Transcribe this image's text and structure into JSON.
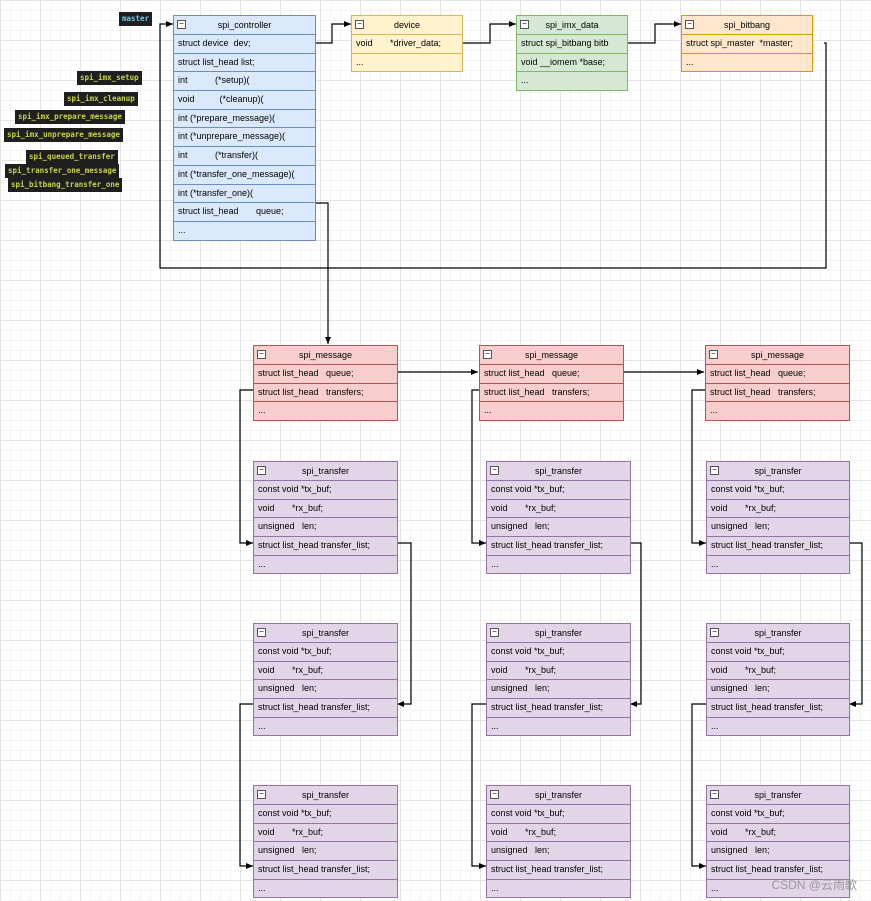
{
  "labels": {
    "master": "master",
    "funcs": [
      "spi_imx_setup",
      "spi_imx_cleanup",
      "spi_imx_prepare_message",
      "spi_imx_unprepare_message",
      "spi_queued_transfer",
      "spi_transfer_one_message",
      "spi_bitbang_transfer_one"
    ]
  },
  "controller": {
    "title": "spi_controller",
    "rows": [
      "struct device  dev;",
      "struct list_head list;",
      "int           (*setup)(",
      "void          (*cleanup)(",
      "int (*prepare_message)(",
      "int (*unprepare_message)(",
      "int           (*transfer)(",
      "int (*transfer_one_message)(",
      "int (*transfer_one)(",
      "struct list_head       queue;",
      "..."
    ]
  },
  "device": {
    "title": "device",
    "rows": [
      "void       *driver_data;",
      "..."
    ]
  },
  "imx_data": {
    "title": "spi_imx_data",
    "rows": [
      "struct spi_bitbang bitb",
      "void __iomem *base;",
      "..."
    ]
  },
  "bitbang": {
    "title": "spi_bitbang",
    "rows": [
      "struct spi_master  *master;",
      "..."
    ]
  },
  "message": {
    "title": "spi_message",
    "rows": [
      "struct list_head   queue;",
      "struct list_head   transfers;",
      "..."
    ]
  },
  "transfer": {
    "title": "spi_transfer",
    "rows": [
      "const void *tx_buf;",
      "void       *rx_buf;",
      "unsigned   len;",
      "struct list_head transfer_list;",
      "..."
    ]
  },
  "watermark": "CSDN @云雨歌",
  "colors": {
    "arrow": "#000000"
  }
}
